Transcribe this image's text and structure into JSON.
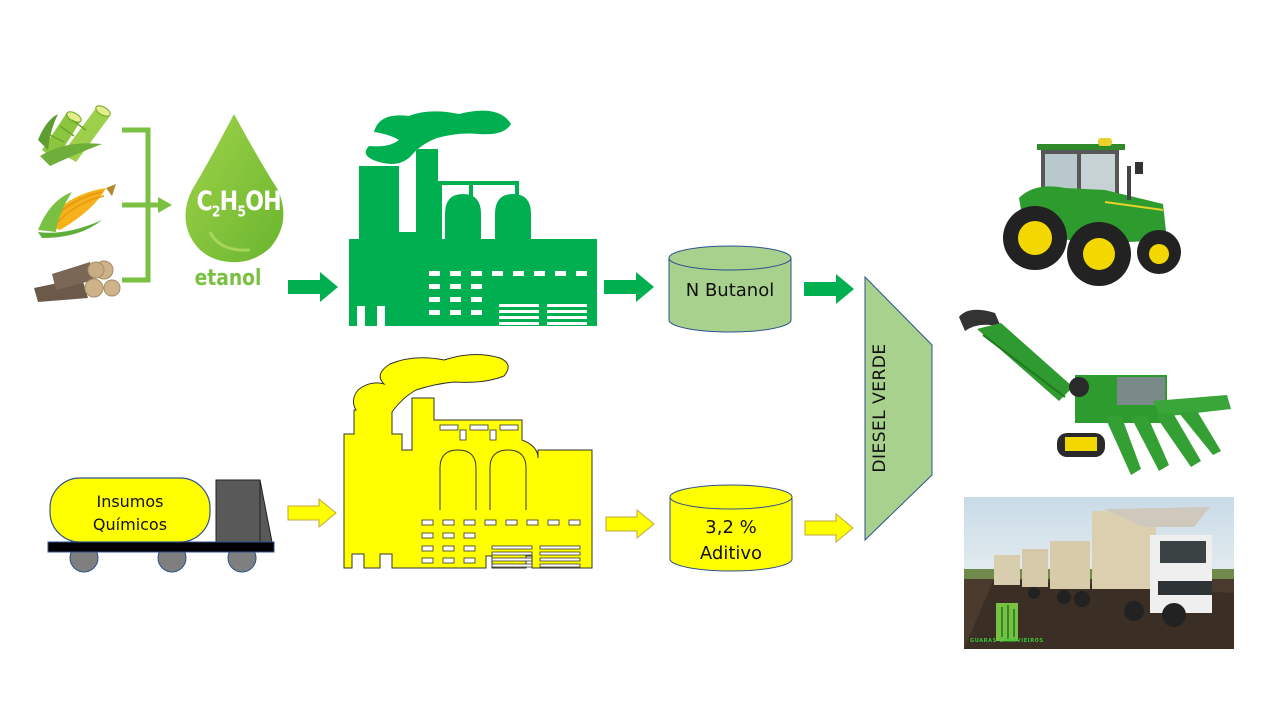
{
  "colors": {
    "green_primary": "#00b050",
    "green_light_fill": "#a9d18e",
    "lime_green": "#7ac143",
    "yellow": "#ffff00",
    "outline_blue": "#2f528f",
    "truck_cab_gray": "#595959",
    "wheel_gray": "#7f7f7f"
  },
  "feedstocks": [
    {
      "name": "cana-de-acucar",
      "icon": "sugarcane-icon"
    },
    {
      "name": "milho",
      "icon": "corn-icon"
    },
    {
      "name": "madeira",
      "icon": "logs-icon"
    }
  ],
  "ethanol": {
    "formula_parts": [
      "C",
      "2",
      "H",
      "5",
      "OH"
    ],
    "label": "etanol"
  },
  "green_factory": {
    "icon": "factory-icon"
  },
  "n_butanol": {
    "label": "N Butanol"
  },
  "chemicals_truck": {
    "label_line1": "Insumos",
    "label_line2": "Químicos"
  },
  "yellow_factory": {
    "icon": "factory-icon"
  },
  "additive": {
    "line1": "3,2 %",
    "line2": "Aditivo"
  },
  "diesel": {
    "label": "DIESEL VERDE"
  },
  "applications": [
    {
      "name": "trator",
      "icon": "tractor-icon"
    },
    {
      "name": "colhedora de cana",
      "icon": "harvester-icon"
    },
    {
      "name": "caminhao canavieiro",
      "icon": "truck-icon",
      "watermark": "GUARAS CANAVIEIROS"
    }
  ]
}
